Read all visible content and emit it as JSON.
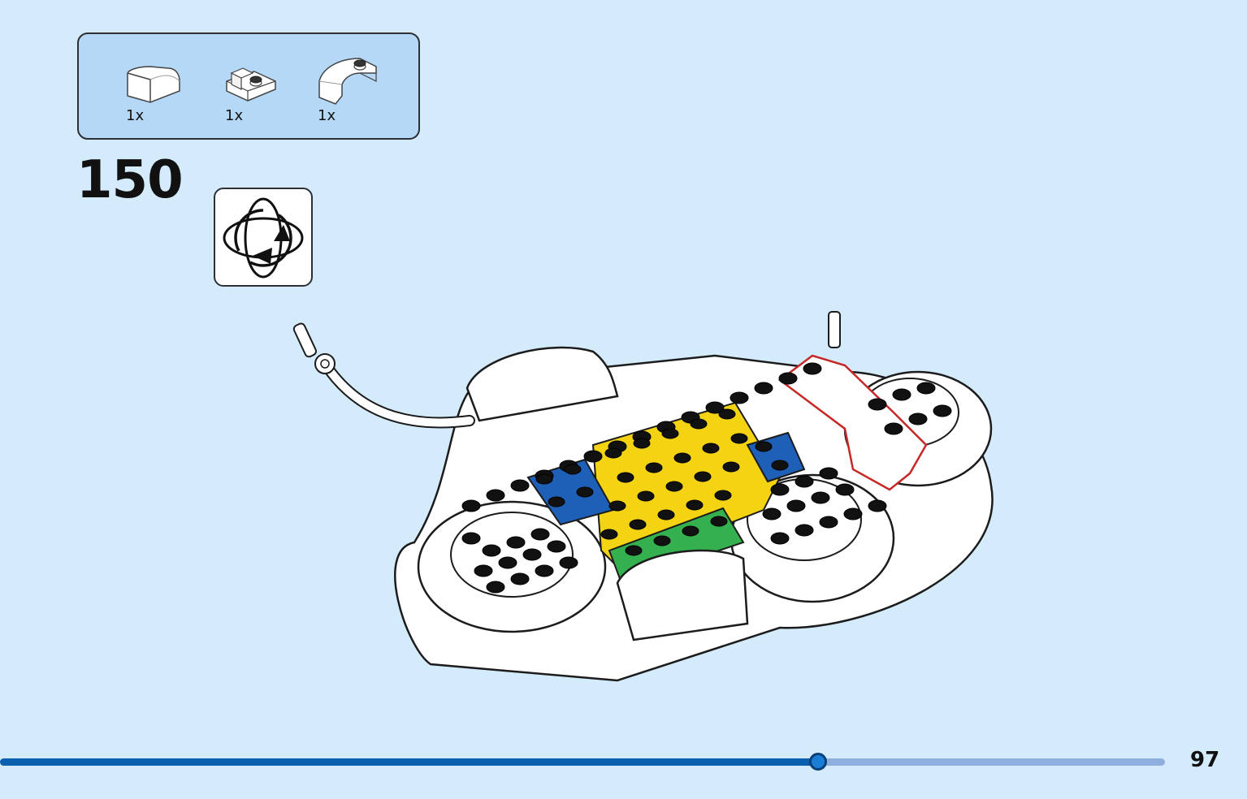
{
  "parts": [
    {
      "icon": "curved-slope-brick-icon",
      "qty": "1x",
      "color": "#ffffff"
    },
    {
      "icon": "bracket-plate-icon",
      "qty": "1x",
      "color": "#ffffff"
    },
    {
      "icon": "curved-brick-with-stud-icon",
      "qty": "1x",
      "color": "#ffffff"
    }
  ],
  "step": {
    "number": "150"
  },
  "rotate_icon": "rotate-model-icon",
  "progress": {
    "fraction": 0.702
  },
  "page": {
    "number": "97"
  },
  "colors": {
    "background": "#d4ebfb",
    "parts_panel": "#b4d8f6",
    "progress_fill": "#0a5fae",
    "progress_track": "#8fb0df",
    "yellow_plate": "#f4d313",
    "blue_plate": "#1e5fb8",
    "green_plate": "#35b04f",
    "callout_outline": "#c62828"
  }
}
